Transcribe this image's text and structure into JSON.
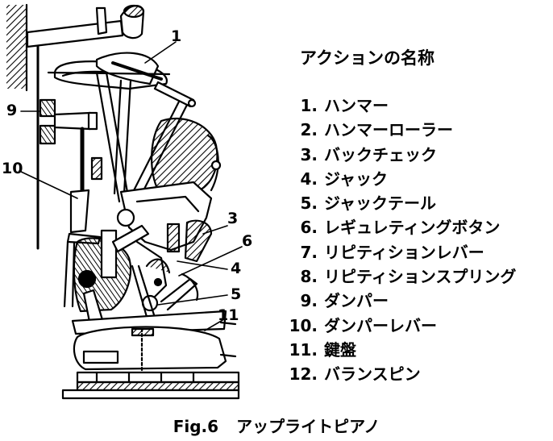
{
  "legend_title": "アクションの名称",
  "parts": [
    {
      "num": "1.",
      "name": "ハンマー"
    },
    {
      "num": "2.",
      "name": "ハンマーローラー"
    },
    {
      "num": "3.",
      "name": "バックチェック"
    },
    {
      "num": "4.",
      "name": "ジャック"
    },
    {
      "num": "5.",
      "name": "ジャックテール"
    },
    {
      "num": "6.",
      "name": "レギュレティングボタン"
    },
    {
      "num": "7.",
      "name": "リピティションレバー"
    },
    {
      "num": "8.",
      "name": "リピティションスプリング"
    },
    {
      "num": "9.",
      "name": "ダンパー"
    },
    {
      "num": "10.",
      "name": "ダンパーレバー"
    },
    {
      "num": "11.",
      "name": "鍵盤"
    },
    {
      "num": "12.",
      "name": "バランスピン"
    }
  ],
  "callouts": {
    "c1": "1",
    "c3": "3",
    "c4": "4",
    "c5": "5",
    "c6": "6",
    "c9": "9",
    "c10": "10",
    "c11": "11"
  },
  "caption": {
    "figure": "Fig.6",
    "title": "アップライトピアノ"
  }
}
